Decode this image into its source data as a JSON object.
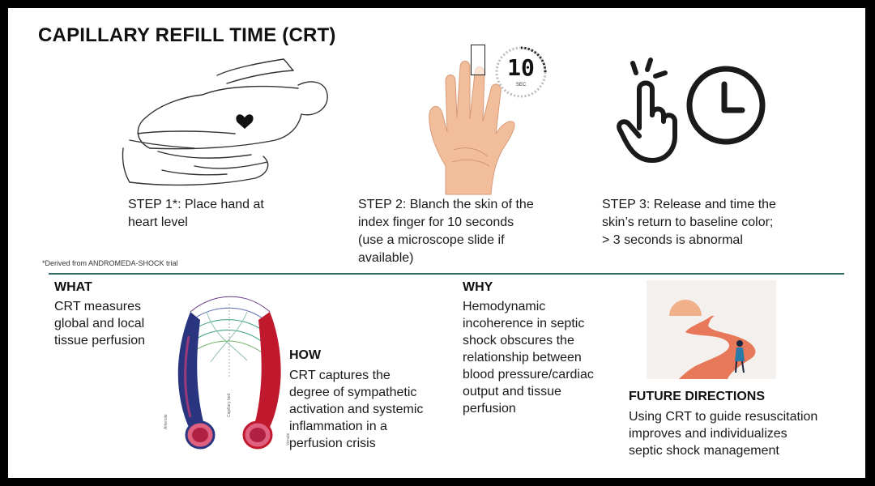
{
  "title": "CAPILLARY REFILL TIME (CRT)",
  "steps": [
    {
      "text": "STEP 1*: Place hand at\nheart level"
    },
    {
      "text": "STEP 2: Blanch the skin of the\nindex finger for 10 seconds\n(use a microscope slide if\navailable)"
    },
    {
      "text": "STEP 3: Release and time the\nskin’s return to baseline color;\n> 3 seconds is abnormal"
    }
  ],
  "timer": {
    "value": "10",
    "unit": "SEC"
  },
  "footnote": "*Derived from ANDROMEDA-SHOCK trial",
  "what": {
    "heading": "WHAT",
    "text": "CRT measures\nglobal and local\ntissue perfusion"
  },
  "how": {
    "heading": "HOW",
    "text": "CRT captures the\ndegree of sympathetic\nactivation and systemic\ninflammation in a\nperfusion crisis"
  },
  "why": {
    "heading": "WHY",
    "text": "Hemodynamic\nincoherence in septic\nshock obscures the\nrelationship between\nblood pressure/cardiac\noutput and tissue\nperfusion"
  },
  "future": {
    "heading": "FUTURE DIRECTIONS",
    "text": "Using CRT to guide resuscitation\nimproves and individualizes\nseptic shock management"
  },
  "vessel_labels": {
    "left": "Arteriole",
    "center": "Capillary bed",
    "right": "Venule"
  },
  "colors": {
    "divider": "#2f6b6b",
    "artery": "#c0182c",
    "vein": "#2a3580",
    "skin": "#f2bd9b",
    "path": "#e8785a",
    "sun": "#f0b08a"
  }
}
